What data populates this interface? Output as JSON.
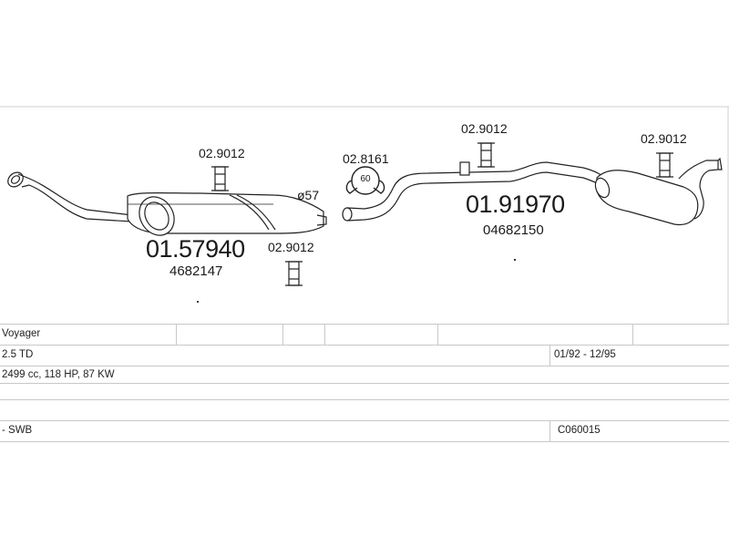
{
  "parts": {
    "front_silencer_number": "01.57940",
    "front_silencer_oe": "4682147",
    "rear_silencer_number": "01.91970",
    "rear_silencer_oe": "04682150",
    "clamp_ring_number": "02.8161",
    "clamp_ring_size": "60",
    "diameter_label": "ø57",
    "rubber_mount_left_top": "02.9012",
    "rubber_mount_left_bottom": "02.9012",
    "rubber_mount_middle": "02.9012",
    "rubber_mount_right": "02.9012"
  },
  "table": {
    "model": "Voyager",
    "engine": "2.5 TD",
    "years": "01/92 - 12/95",
    "specs": "2499 cc, 118 HP, 87 KW",
    "body": "- SWB",
    "code": "C060015"
  }
}
